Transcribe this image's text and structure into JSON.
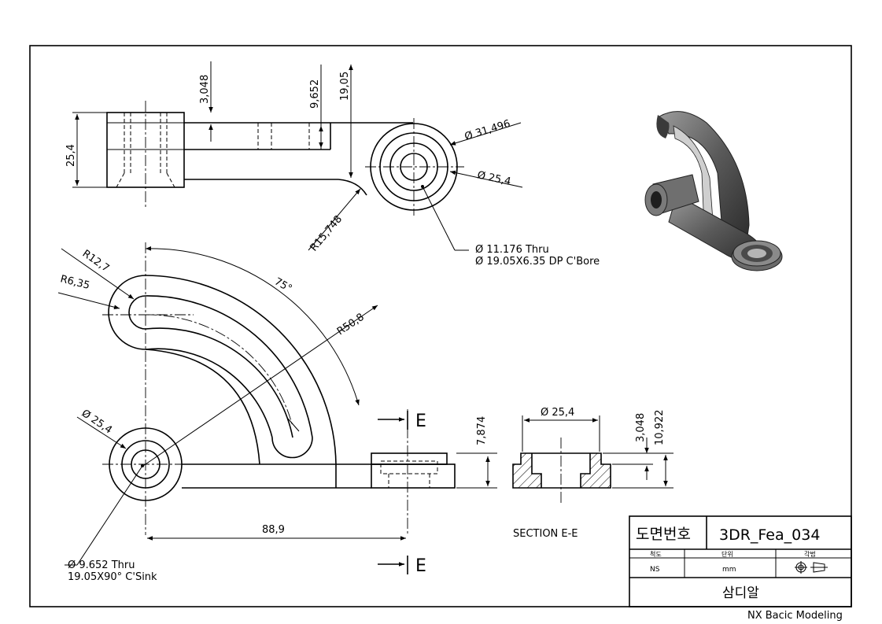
{
  "dimensions": {
    "d_3048_top": "3,048",
    "d_9652": "9,652",
    "d_1905": "19,05",
    "d_254_left": "25,4",
    "d_phi31496": "Ø 31,496",
    "d_phi254_right": "Ø 25,4",
    "d_r15748": "R15,748",
    "d_r127": "R12,7",
    "d_r635": "R6,35",
    "d_75deg": "75°",
    "d_r508": "R50,8",
    "d_phi254_left": "Ø 25,4",
    "d_889": "88,9",
    "d_7874": "7,874",
    "d_phi254_section": "Ø 25,4",
    "d_3048_section": "3,048",
    "d_10922": "10,922"
  },
  "notes": {
    "bore_line1": "Ø 11.176 Thru",
    "bore_line2": "Ø 19.05X6.35 DP C'Bore",
    "sink_line1": "Ø 9.652 Thru",
    "sink_line2": "19.05X90° C'Sink"
  },
  "section": {
    "marker_top": "E",
    "marker_bottom": "E",
    "label": "SECTION E-E"
  },
  "title_block": {
    "drawing_no_label": "도면번호",
    "drawing_no_value": "3DR_Fea_034",
    "scale_label": "척도",
    "unit_label": "단위",
    "projection_label": "각법",
    "scale_value": "NS",
    "unit_value": "mm",
    "company": "삼디알"
  },
  "footer": "NX Bacic Modeling"
}
